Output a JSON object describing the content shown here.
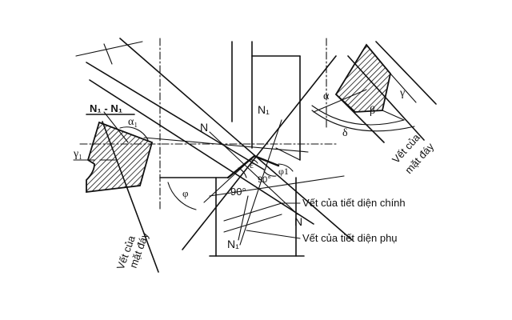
{
  "labels": {
    "section_n1": "N₁ - N₁",
    "alpha1": "α₁",
    "gamma1": "γ₁",
    "trace_base_left_line1": "Vết của",
    "trace_base_left_line2": "mặt đáy",
    "N_upper": "N",
    "N1_upper": "N₁",
    "epsilon": "ε",
    "phi1": "φ1",
    "phi": "φ",
    "angle_90_left": "90°",
    "angle_90_right": "90°",
    "N_lower": "N",
    "N1_lower": "N₁",
    "alpha": "α",
    "beta": "β",
    "gamma": "γ",
    "delta": "δ",
    "trace_base_right_line1": "Vết của",
    "trace_base_right_line2": "mặt đáy",
    "trace_main_section": "Vết của tiết diện chính",
    "trace_aux_section": "Vết của tiết diện phụ"
  }
}
